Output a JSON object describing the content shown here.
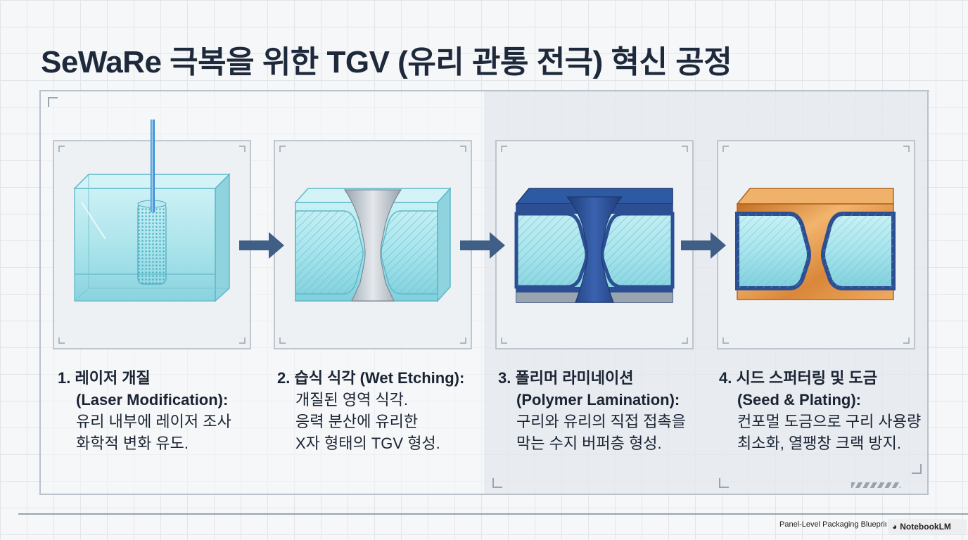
{
  "title": "SeWaRe 극복을 위한 TGV (유리 관통 전극) 혁신 공정",
  "steps": [
    {
      "heading": "1. 레이저 개질",
      "subheading": "(Laser Modification):",
      "lines": [
        "유리 내부에 레이저 조사",
        "화학적 변화 유도."
      ]
    },
    {
      "heading": "2. 습식 식각 (Wet Etching):",
      "subheading": "",
      "lines": [
        "개질된 영역 식각.",
        "응력 분산에 유리한",
        "X자 형태의 TGV 형성."
      ]
    },
    {
      "heading": "3. 폴리머 라미네이션",
      "subheading": "(Polymer Lamination):",
      "lines": [
        "구리와 유리의 직접 접촉을",
        "막는 수지 버퍼층 형성."
      ]
    },
    {
      "heading": "4. 시드 스퍼터링 및 도금",
      "subheading": "(Seed & Plating):",
      "lines": [
        "컨포멀 도금으로 구리 사용량",
        "최소화, 열팽창 크랙 방지."
      ]
    }
  ],
  "footer": {
    "label": "Panel-Level Packaging Blueprint",
    "brand": "NotebookLM"
  },
  "colors": {
    "glass": "#9fe0ea",
    "glass_dark": "#5fbfd0",
    "polymer": "#2c4f93",
    "copper": "#d98a3c",
    "arrow": "#3f5f86"
  }
}
